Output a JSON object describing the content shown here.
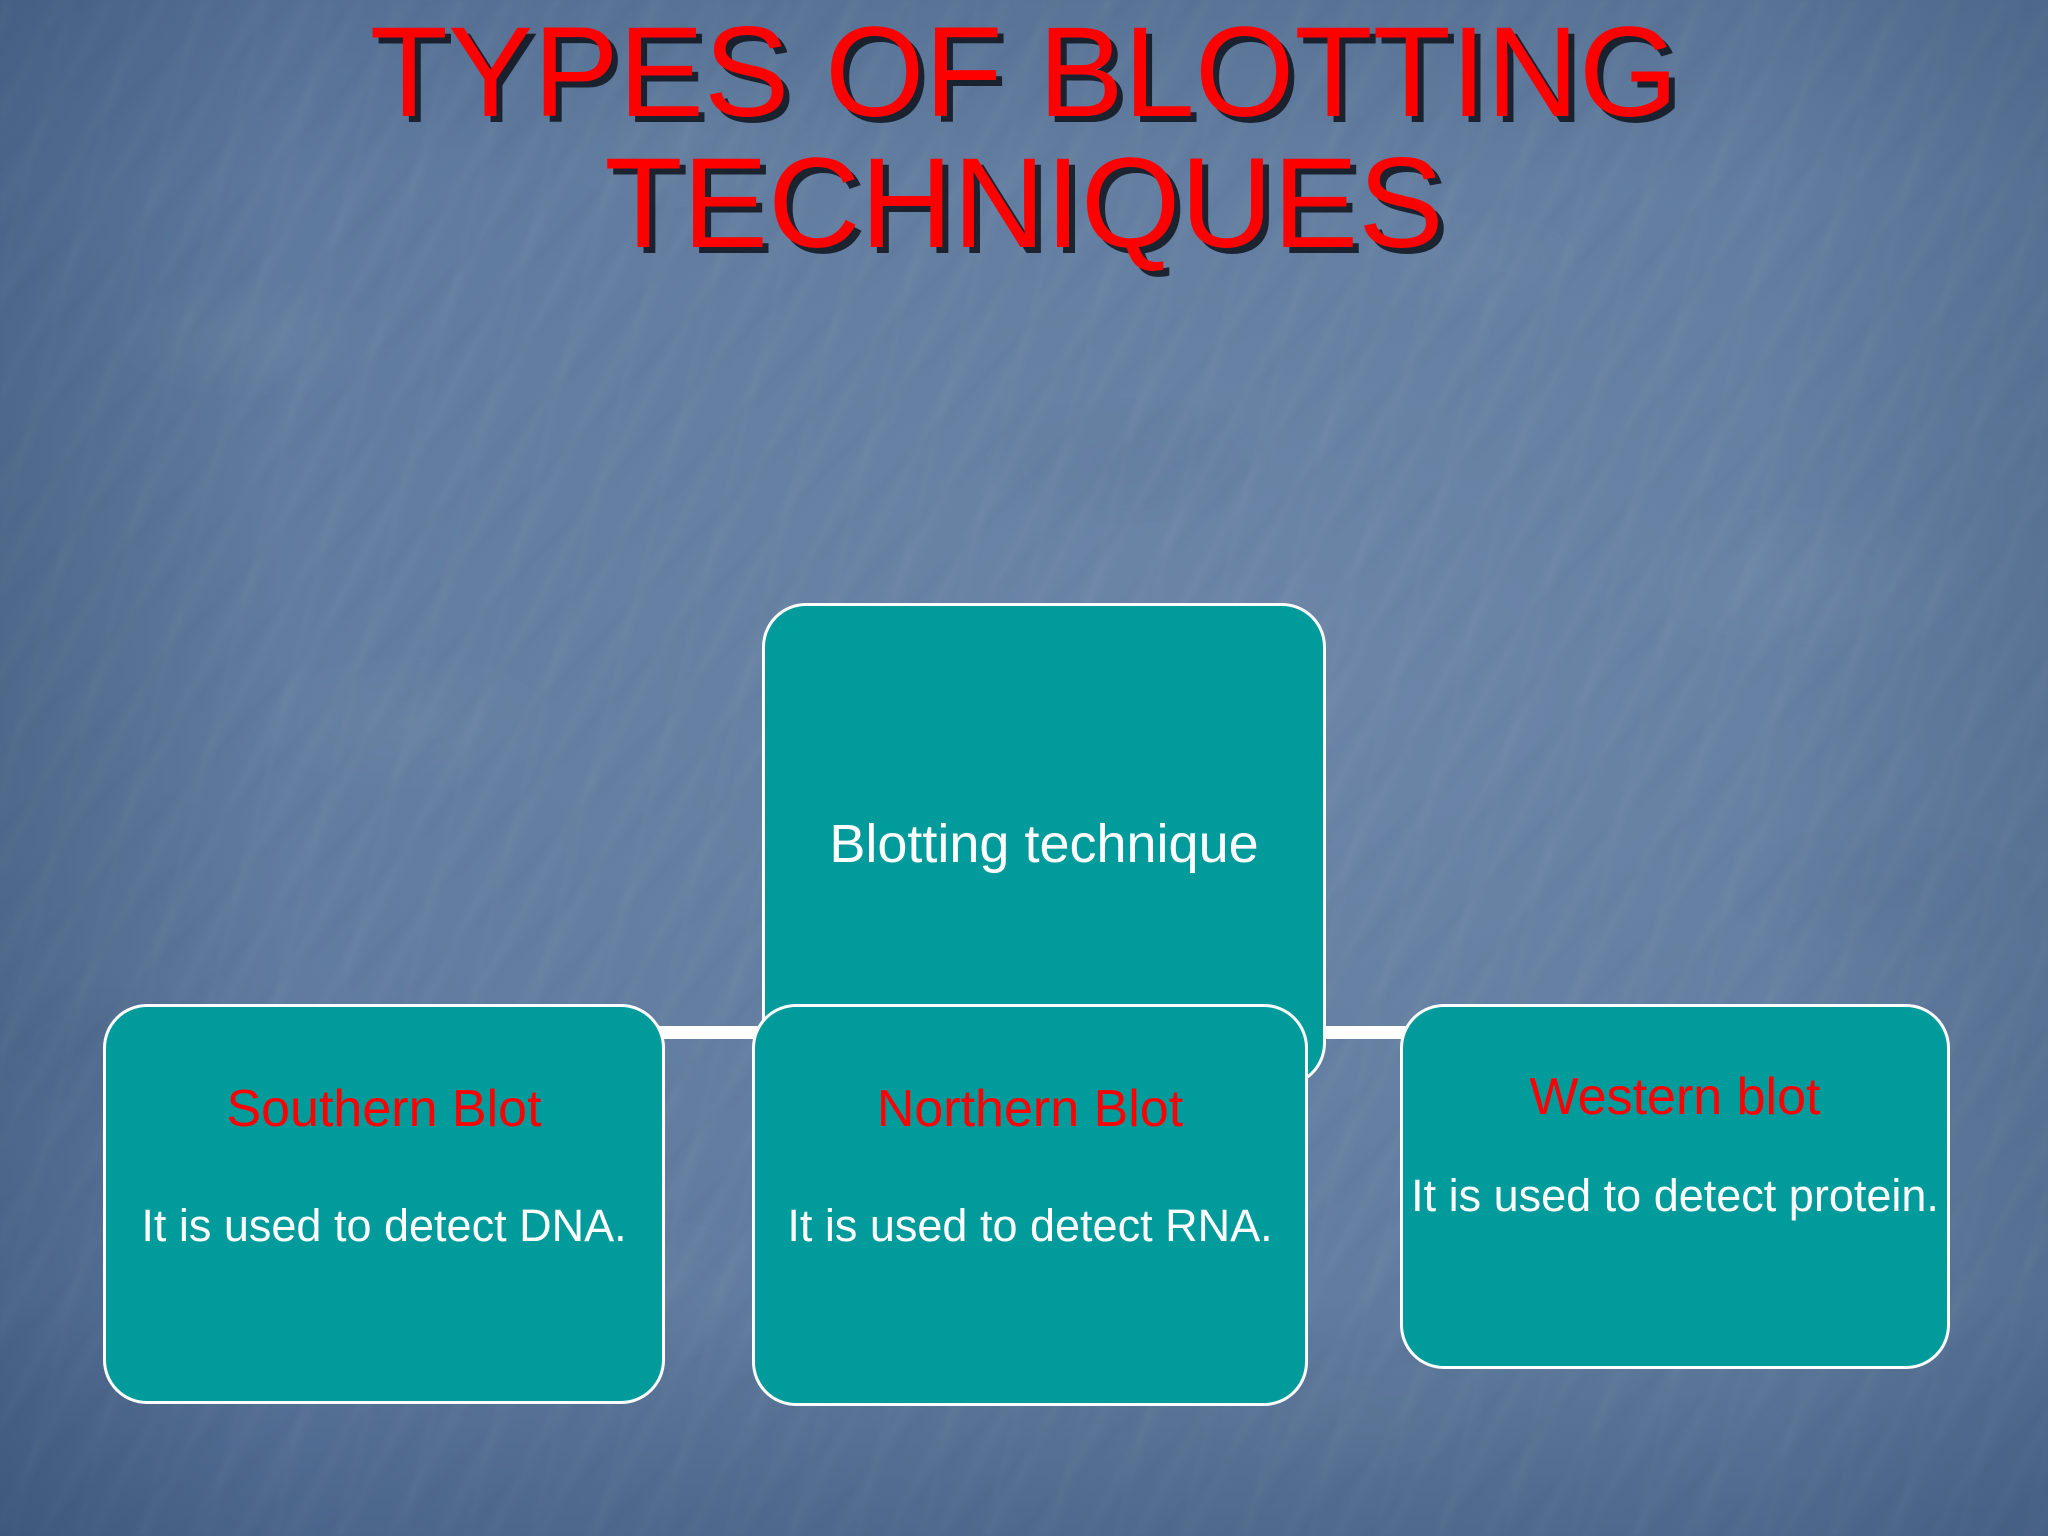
{
  "slide": {
    "title": "TYPES OF BLOTTING\nTECHNIQUES",
    "title_color": "#FF0000",
    "title_shadow_color": "#0A0C14",
    "background_color": "#5D7899",
    "node_fill_color": "#019B9B",
    "node_border_color": "#FFFFFF",
    "connector_color": "#FFFFFF",
    "node_text_color": "#FFFFFF",
    "node_heading_color": "#FF0000"
  },
  "diagram": {
    "type": "tree",
    "root": {
      "label": "Blotting technique"
    },
    "children": [
      {
        "title": "Southern Blot",
        "description": "It is used to detect DNA."
      },
      {
        "title": "Northern Blot",
        "description": "It is used to detect RNA."
      },
      {
        "title": "Western blot",
        "description": "It is used to detect protein."
      }
    ]
  }
}
